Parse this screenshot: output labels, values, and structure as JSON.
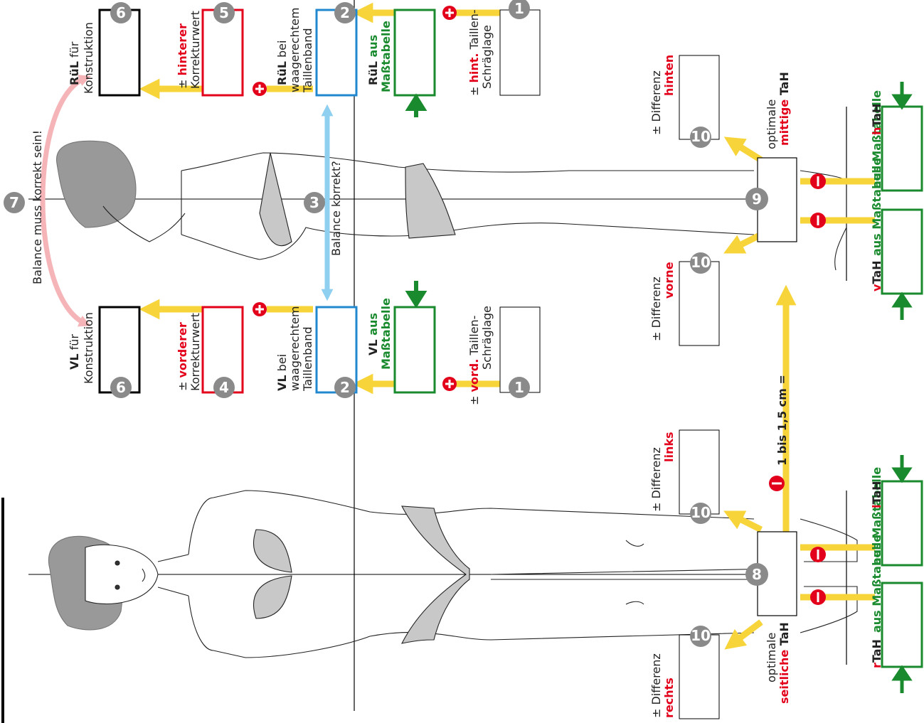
{
  "colors": {
    "yellow": "#f7d53a",
    "red": "#e3001b",
    "green": "#1a8a2e",
    "blue": "#2188d0",
    "lightblue": "#8fd0f0",
    "pink": "#f5b5b8",
    "badge": "#8a8a8a"
  },
  "top": {
    "balance_must": "Balance muss korrekt sein!",
    "balance_correct": "Balance korrekt?",
    "badge7": "7",
    "badge3": "3",
    "vl_konstr_bold": "VL",
    "vl_konstr_a": " für",
    "vl_konstr_b": "Konstruktion",
    "rul_konstr_bold": "RüL",
    "rul_konstr_a": " für",
    "rul_konstr_b": "Konstruktion",
    "badge6": "6",
    "vorderer_pm": "± ",
    "vorderer_red": "vorderer",
    "korrekturwert": "Korrekturwert",
    "badge4": "4",
    "hinterer_pm": "± ",
    "hinterer_red": "hinterer",
    "badge5": "5",
    "vl_waag_bold": "VL",
    "vl_waag_a": " bei",
    "waag_b": "waagerechtem",
    "waag_c": "Taillenband",
    "rul_waag_bold": "RüL",
    "rul_waag_a": " bei",
    "badge2": "2",
    "vl_mass_a": "VL ",
    "vl_mass_b": "aus",
    "mass_c": "Maßtabelle",
    "rul_mass_a": "RüL ",
    "rul_mass_b": "aus",
    "vord_pm": "± ",
    "vord_red": "vord.",
    "taillen": " Taillen-",
    "schraeglage": "Schräglage",
    "hint_pm": "± ",
    "hint_red": "hint.",
    "badge1": "1"
  },
  "bottom": {
    "diff": "± Differenz",
    "rechts": "rechts",
    "links": "links",
    "vorne": "vorne",
    "hinten": "hinten",
    "badge10": "10",
    "optimale": "optimale",
    "seitliche": "seitliche",
    "mittige": "mittige",
    "tah": " TaH",
    "badge8": "8",
    "badge9": "9",
    "bis": "1 bis 1,5 cm =",
    "rtah_r": "r",
    "ltah_l": "l",
    "vtah_v": "v",
    "htah_h": "h",
    "tah_plain": "TaH",
    "aus_mass": "aus Maßtabelle"
  }
}
